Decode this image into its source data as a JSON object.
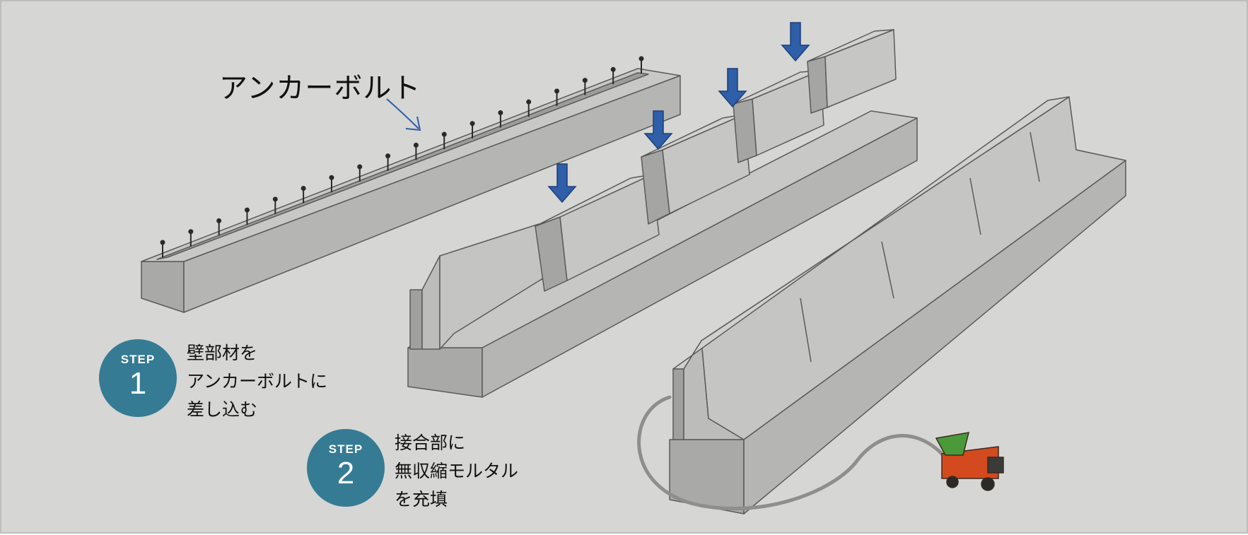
{
  "anchor_bolt_label": "アンカーボルト",
  "steps": [
    {
      "word": "STEP",
      "number": "1",
      "lines": [
        "壁部材を",
        "アンカーボルトに",
        "差し込む"
      ]
    },
    {
      "word": "STEP",
      "number": "2",
      "lines": [
        "接合部に",
        "無収縮モルタル",
        "を充填"
      ]
    }
  ],
  "colors": {
    "background": "#d6d6d4",
    "badge": "#357b94",
    "arrow": "#2e5fa8",
    "concrete_light": "#c9c9c7",
    "concrete_mid": "#b2b2b0",
    "concrete_dark": "#9a9a98",
    "hose": "#8e8e8a",
    "machine": "#d24a1e"
  }
}
